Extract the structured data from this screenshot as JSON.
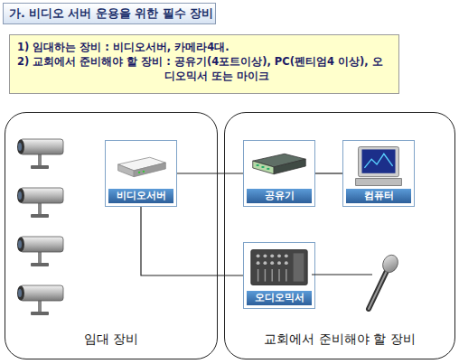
{
  "diagram": {
    "title": "가. 비디오 서버 운용을 위한 필수 장비",
    "nodes": [
      {
        "text": [
          "1) 임대하는 장비 : 비디오서버, 카메라4대.",
          "2) 교회에서 준비해야 할 장비 : 공유기(4포트이상), PC(펜티엄4 이상), 오디오믹서 또는 마이크"
        ]
      },
      {
        "text": [
          "임대 장비"
        ]
      },
      {
        "text": [
          "비디오서버"
        ],
        "in": 1
      },
      {
        "text": [
          "교회에서 준비해야 할 장비"
        ]
      },
      {
        "text": [
          "공유기"
        ],
        "in": 3
      },
      {
        "text": [
          "컴퓨터"
        ],
        "in": 3
      },
      {
        "text": [
          "오디오믹서"
        ],
        "in": 3
      }
    ],
    "edges": [
      {
        "from": 2,
        "to": 4,
        "arrow": "none"
      },
      {
        "from": 4,
        "to": 5,
        "arrow": "none"
      },
      {
        "from": 2,
        "to": 6,
        "arrow": "none"
      }
    ]
  }
}
